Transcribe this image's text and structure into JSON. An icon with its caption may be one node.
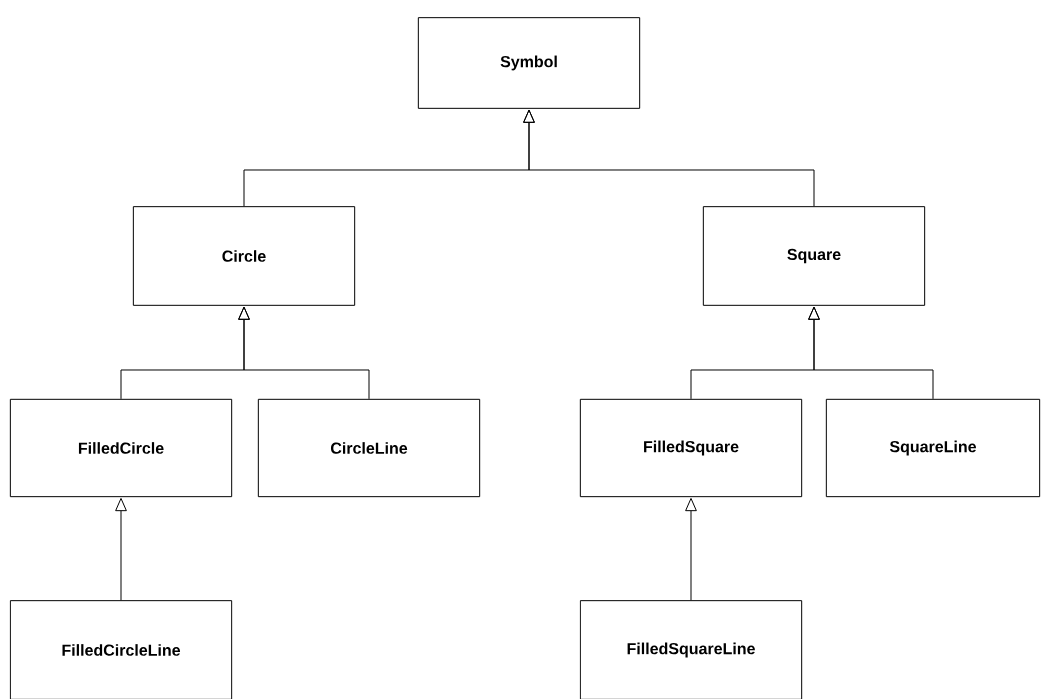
{
  "diagram": {
    "nodes": [
      {
        "text": [
          "Symbol"
        ]
      },
      {
        "text": [
          "Circle"
        ]
      },
      {
        "text": [
          "Square"
        ]
      },
      {
        "text": [
          "FilledCircle"
        ]
      },
      {
        "text": [
          "CircleLine"
        ]
      },
      {
        "text": [
          "FilledSquare"
        ]
      },
      {
        "text": [
          "SquareLine"
        ]
      },
      {
        "text": [
          "FilledCircleLine"
        ]
      },
      {
        "text": [
          "FilledSquareLine"
        ]
      }
    ],
    "edges": [
      {
        "from": 1,
        "to": 0,
        "arrow": "to"
      },
      {
        "from": 2,
        "to": 0,
        "arrow": "to"
      },
      {
        "from": 3,
        "to": 1,
        "arrow": "to"
      },
      {
        "from": 4,
        "to": 1,
        "arrow": "to"
      },
      {
        "from": 5,
        "to": 2,
        "arrow": "to"
      },
      {
        "from": 6,
        "to": 2,
        "arrow": "to"
      },
      {
        "from": 7,
        "to": 3,
        "arrow": "to"
      },
      {
        "from": 8,
        "to": 5,
        "arrow": "to"
      }
    ]
  }
}
